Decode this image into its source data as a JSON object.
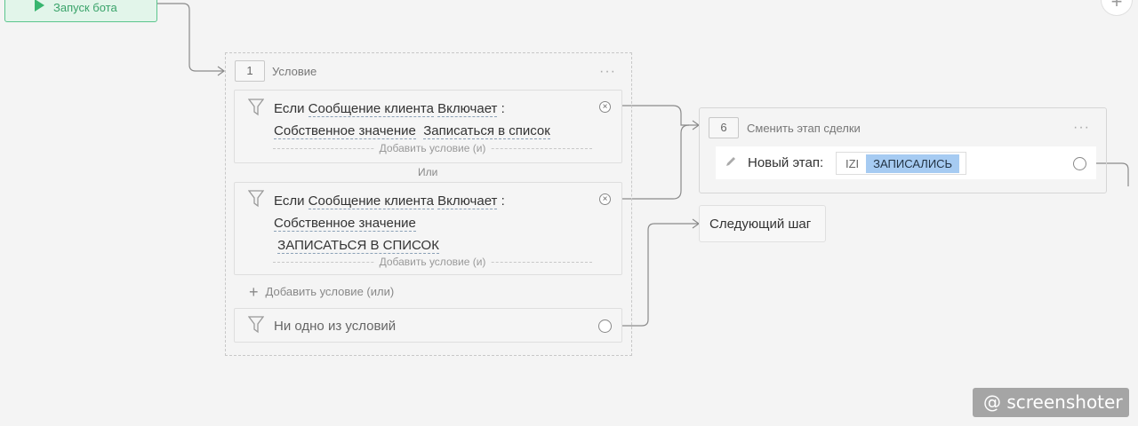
{
  "start_node": {
    "label": "Запуск бота"
  },
  "condition_block": {
    "number": "1",
    "title": "Условие",
    "menu": "···",
    "conditions": [
      {
        "if": "Если",
        "field": "Сообщение клиента",
        "operator": "Включает",
        "colon": ":",
        "value_type": "Собственное значение",
        "value": "Записаться в список",
        "add_and": "Добавить условие (и)"
      },
      {
        "if": "Если",
        "field": "Сообщение клиента",
        "operator": "Включает",
        "colon": ":",
        "value_type": "Собственное значение",
        "value": "ЗАПИСАТЬСЯ В СПИСОК",
        "add_and": "Добавить условие (и)"
      }
    ],
    "or_label": "Или",
    "add_or": "Добавить условие (или)",
    "none_label": "Ни одно из условий"
  },
  "stage_block": {
    "number": "6",
    "title": "Сменить этап сделки",
    "menu": "···",
    "row_label": "Новый этап:",
    "pipeline": "IZI",
    "stage": "ЗАПИСАЛИСЬ"
  },
  "next_step": {
    "label": "Следующий шаг"
  },
  "watermark": {
    "text": "@ screenshoter"
  },
  "colors": {
    "start_green": "#38b56f",
    "stage_tag": "#a6cbf2",
    "background": "#f4f4f4"
  },
  "icons": [
    "play-icon",
    "plus-icon",
    "funnel-icon",
    "remove-icon",
    "pencil-icon"
  ]
}
